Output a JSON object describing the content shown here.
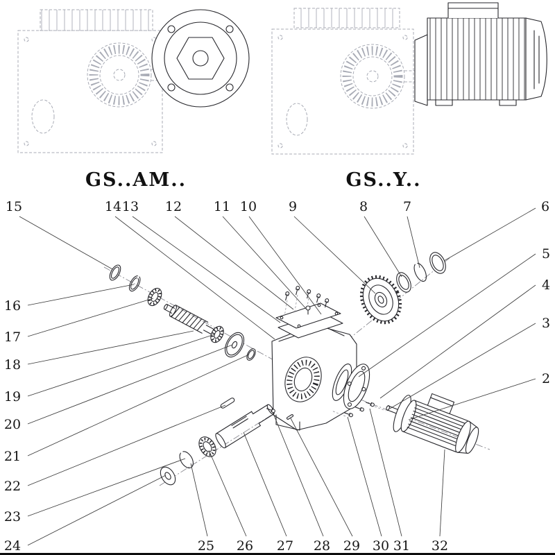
{
  "figures": {
    "left": {
      "label": "GS..AM.."
    },
    "right": {
      "label": "GS..Y.."
    }
  },
  "callouts": {
    "c2": "2",
    "c3": "3",
    "c4": "4",
    "c5": "5",
    "c6": "6",
    "c7": "7",
    "c8": "8",
    "c9": "9",
    "c10": "10",
    "c11": "11",
    "c12": "12",
    "c13": "13",
    "c14": "14",
    "c15": "15",
    "c16": "16",
    "c17": "17",
    "c18": "18",
    "c19": "19",
    "c20": "20",
    "c21": "21",
    "c22": "22",
    "c23": "23",
    "c24": "24",
    "c25": "25",
    "c26": "26",
    "c27": "27",
    "c28": "28",
    "c29": "29",
    "c30": "30",
    "c31": "31",
    "c32": "32"
  },
  "colors": {
    "line": "#26262b",
    "phantom": "#a8abb5",
    "background": "#ffffff"
  }
}
